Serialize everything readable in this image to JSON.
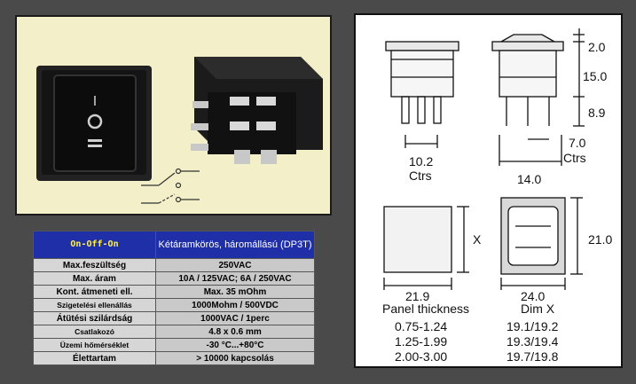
{
  "switch_labels": {
    "on": "I",
    "off": "O",
    "on2": "="
  },
  "table": {
    "header_left": "On-Off-On",
    "header_right": "Kétáramkörös, háromállású (DP3T)",
    "rows": [
      {
        "label": "Max.feszültség",
        "value": "250VAC"
      },
      {
        "label": "Max. áram",
        "value": "10A / 125VAC; 6A  /  250VAC"
      },
      {
        "label": "Kont. átmeneti ell.",
        "value": "Max. 35 mOhm"
      },
      {
        "label": "Szigetelési ellenállás",
        "value": "1000Mohm / 500VDC"
      },
      {
        "label": "Átütési szilárdság",
        "value": "1000VAC / 1perc"
      },
      {
        "label": "Csatlakozó",
        "value": "4.8 x 0.6 mm"
      },
      {
        "label": "Üzemi hőmérséklet",
        "value": "-30 °C...+80°C"
      },
      {
        "label": "Élettartam",
        "value": "> 10000 kapcsolás"
      }
    ]
  },
  "drawing": {
    "dim_2": "2.0",
    "dim_15": "15.0",
    "dim_89": "8.9",
    "dim_102": "10.2",
    "ctrs_1": "Ctrs",
    "dim_7": "7.0",
    "ctrs_2": "Ctrs",
    "dim_14": "14.0",
    "dim_x": "X",
    "dim_21": "21.0",
    "dim_219": "21.9",
    "dim_24": "24.0",
    "col_left_header": "Panel thickness",
    "col_right_header": "Dim X",
    "rows": [
      {
        "thickness": "0.75-1.24",
        "x": "19.1/19.2"
      },
      {
        "thickness": "1.25-1.99",
        "x": "19.3/19.4"
      },
      {
        "thickness": "2.00-3.00",
        "x": "19.7/19.8"
      }
    ]
  }
}
